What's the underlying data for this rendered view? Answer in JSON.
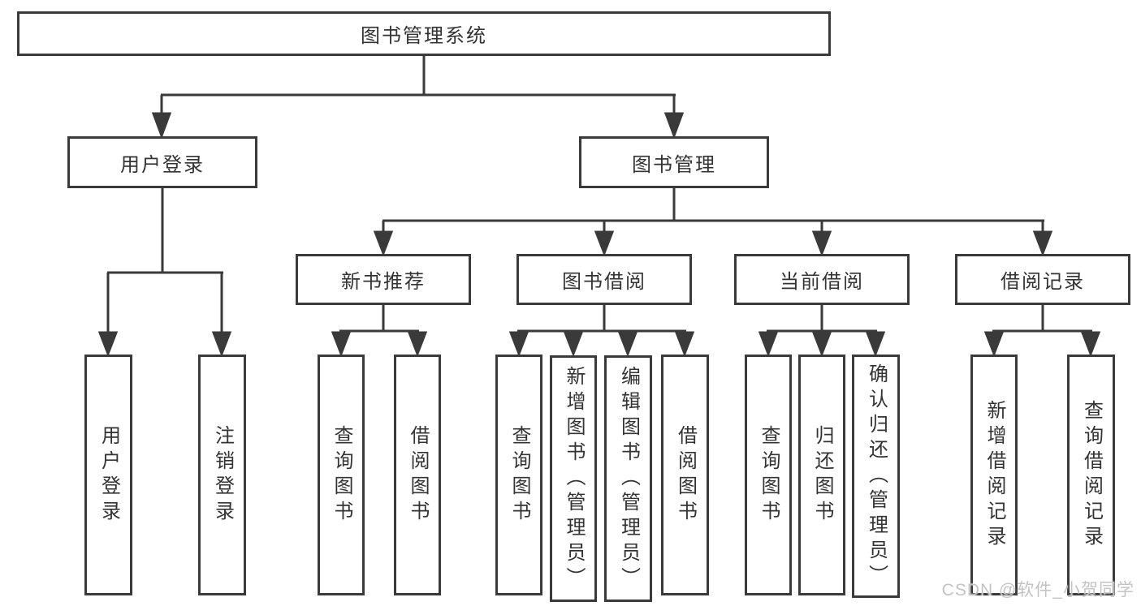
{
  "tree": {
    "root": {
      "label": "图书管理系统"
    },
    "branches": [
      {
        "label": "用户登录",
        "leaves": [
          "用户登录",
          "注销登录"
        ]
      },
      {
        "label": "图书管理",
        "groups": [
          {
            "label": "新书推荐",
            "leaves": [
              "查询图书",
              "借阅图书"
            ]
          },
          {
            "label": "图书借阅",
            "leaves": [
              "查询图书",
              "新增图书（管理员）",
              "编辑图书（管理员）",
              "借阅图书"
            ]
          },
          {
            "label": "当前借阅",
            "leaves": [
              "查询图书",
              "归还图书",
              "确认归还（管理员）"
            ]
          },
          {
            "label": "借阅记录",
            "leaves": [
              "新增借阅记录",
              "查询借阅记录"
            ]
          }
        ]
      }
    ]
  },
  "watermark": {
    "text": "CSDN @软件_小贺同学"
  },
  "colors": {
    "line": "#3a3a3a",
    "text": "#333333",
    "watermark": "#c3c3c3",
    "background": "#ffffff"
  }
}
